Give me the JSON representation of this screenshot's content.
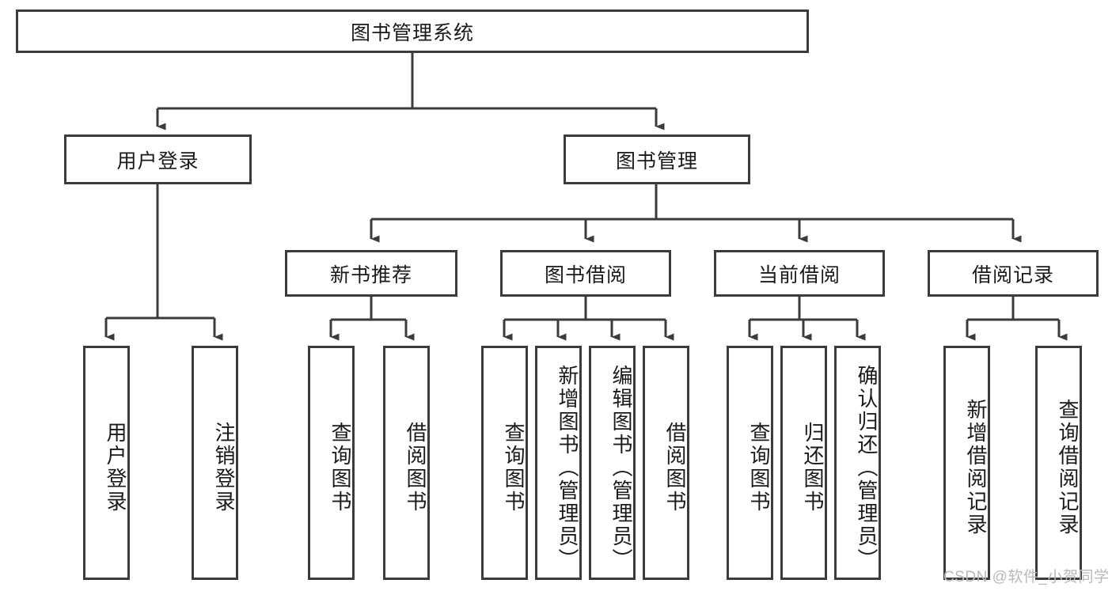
{
  "diagram": {
    "title": "图书管理系统",
    "type": "system-function-tree",
    "root": {
      "label": "图书管理系统"
    },
    "level1": [
      {
        "id": "user-login",
        "label": "用户登录"
      },
      {
        "id": "book-management",
        "label": "图书管理"
      }
    ],
    "level2": [
      {
        "id": "new-book-recommend",
        "label": "新书推荐",
        "parent": "book-management"
      },
      {
        "id": "book-borrow",
        "label": "图书借阅",
        "parent": "book-management"
      },
      {
        "id": "current-borrow",
        "label": "当前借阅",
        "parent": "book-management"
      },
      {
        "id": "borrow-record",
        "label": "借阅记录",
        "parent": "book-management"
      }
    ],
    "leaves": {
      "user-login": [
        {
          "id": "leaf-user-login",
          "label": "用户登录"
        },
        {
          "id": "leaf-logout-login",
          "label": "注销登录"
        }
      ],
      "new-book-recommend": [
        {
          "id": "leaf-query-book-1",
          "label": "查询图书"
        },
        {
          "id": "leaf-borrow-book-1",
          "label": "借阅图书"
        }
      ],
      "book-borrow": [
        {
          "id": "leaf-query-book-2",
          "label": "查询图书"
        },
        {
          "id": "leaf-add-book",
          "label": "新增图书（管理员）"
        },
        {
          "id": "leaf-edit-book",
          "label": "编辑图书（管理员）"
        },
        {
          "id": "leaf-borrow-book-2",
          "label": "借阅图书"
        }
      ],
      "current-borrow": [
        {
          "id": "leaf-query-book-3",
          "label": "查询图书"
        },
        {
          "id": "leaf-return-book",
          "label": "归还图书"
        },
        {
          "id": "leaf-confirm-return",
          "label": "确认归还（管理员）"
        }
      ],
      "borrow-record": [
        {
          "id": "leaf-add-record",
          "label": "新增借阅记录"
        },
        {
          "id": "leaf-query-record",
          "label": "查询借阅记录"
        }
      ]
    },
    "watermark": "CSDN @软件_小贺同学",
    "colors": {
      "box_border": "#3b3b3b",
      "box_fill": "#ffffff",
      "connector": "#3b3b3b",
      "text": "#1a1a1a",
      "watermark": "#b9b9b9",
      "background": "#ffffff"
    }
  }
}
